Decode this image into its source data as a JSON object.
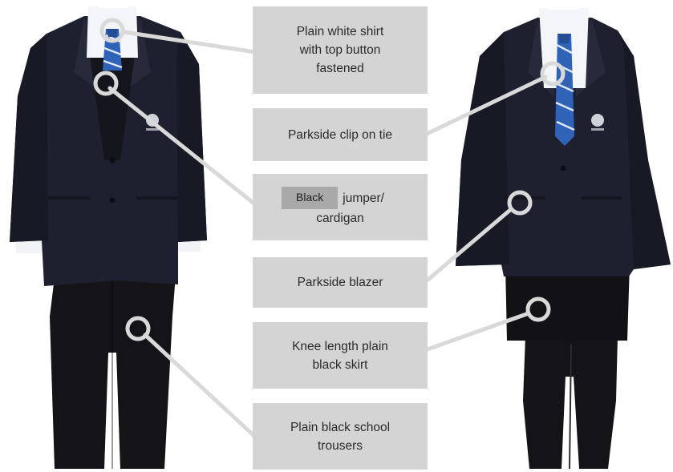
{
  "labels": {
    "shirt": [
      "Plain white shirt",
      "with top button",
      "fastened"
    ],
    "tie": "Parkside clip on tie",
    "jumper": {
      "badge": "Black",
      "line1": "jumper/",
      "line2": "cardigan"
    },
    "blazer": "Parkside blazer",
    "skirt": [
      "Knee length plain",
      "black skirt"
    ],
    "trousers": [
      "Plain black school",
      "trousers"
    ]
  },
  "colors": {
    "label_bg": "#d4d4d4",
    "redaction_bg": "#a9a9a9",
    "connector": "#d9d9d9",
    "blazer": "#1d1f2a",
    "tie_blue": "#2f63b8",
    "trousers": "#141418"
  }
}
